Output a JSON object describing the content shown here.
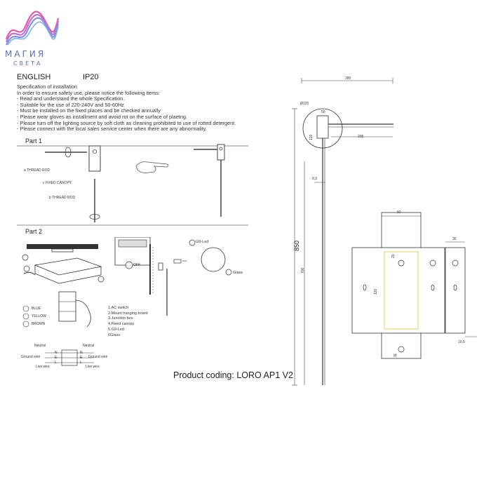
{
  "logo": {
    "line1": "МАГИЯ",
    "line2": "СВЕТА"
  },
  "header": {
    "language": "ENGLISH",
    "ip_rating": "IP20"
  },
  "spec": {
    "title": "Specification of installation",
    "lines": [
      "In order to ensure safety use, please notice the following items:",
      "- Read and understand the whole Specification.",
      "- Suitable for the use of 220-240V and 50-60Hz",
      "- Must be installed on the fixed places and be checked annually",
      "- Please wear gloves as installment and avoid rot on the surface of plaetng.",
      "- Please turn off the lighting source by soft cloth as cleaning prohibited to use of rotted detergent.",
      "- Please connect with the local sales service center when there are any abnormality."
    ]
  },
  "part1": {
    "title": "Part 1",
    "labels": {
      "a": "a THREAD ROD",
      "c": "c FIXED CANOPY",
      "b": "b THREAD ROD"
    }
  },
  "part2": {
    "title": "Part 2",
    "off_label": "OFF",
    "led_label": "G9-Led",
    "glass_label": "Glass",
    "colors": [
      "BLUE",
      "YELLOW",
      "BROWN"
    ],
    "components": [
      "1.AC switch",
      "2.Mount hanging board",
      "3.Junction box",
      "4.Fixed canopy",
      "5.G9-Led",
      "6Glass"
    ],
    "wiring": {
      "neutral": "Neutral",
      "ground": "Ground wire",
      "live": "Live wire",
      "n": "N",
      "e": "E",
      "l": "L"
    }
  },
  "dimensions": {
    "d280": "280",
    "d120": "Ø120",
    "d50": "50",
    "d205": "205",
    "d120v": "120",
    "d9_3": "9,3",
    "d850": "850",
    "d700": "700",
    "bracket_width": "50",
    "bracket_height": "120",
    "bracket_top": "20",
    "bracket_bottom": "11",
    "side_width": "30",
    "side_bottom": "10,5"
  },
  "footer": {
    "product_coding": "Product coding: LORO AP1 V2"
  }
}
